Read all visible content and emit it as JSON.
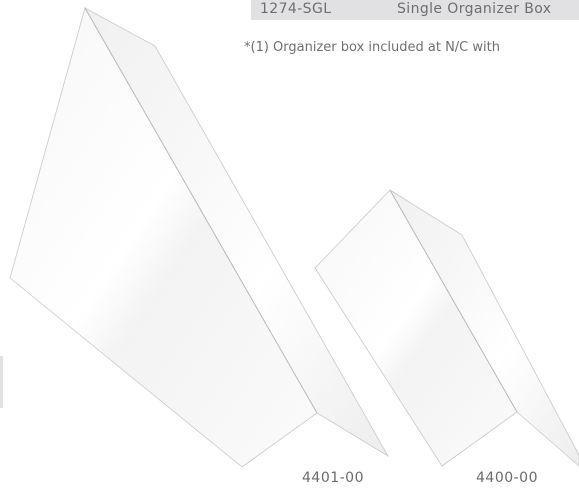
{
  "table": {
    "row": {
      "code": "1274-SGL",
      "description": "Single Organizer Box"
    }
  },
  "footnote": "*(1) Organizer box included at N/C with",
  "products": [
    {
      "code": "4401-00"
    },
    {
      "code": "4400-00"
    }
  ]
}
